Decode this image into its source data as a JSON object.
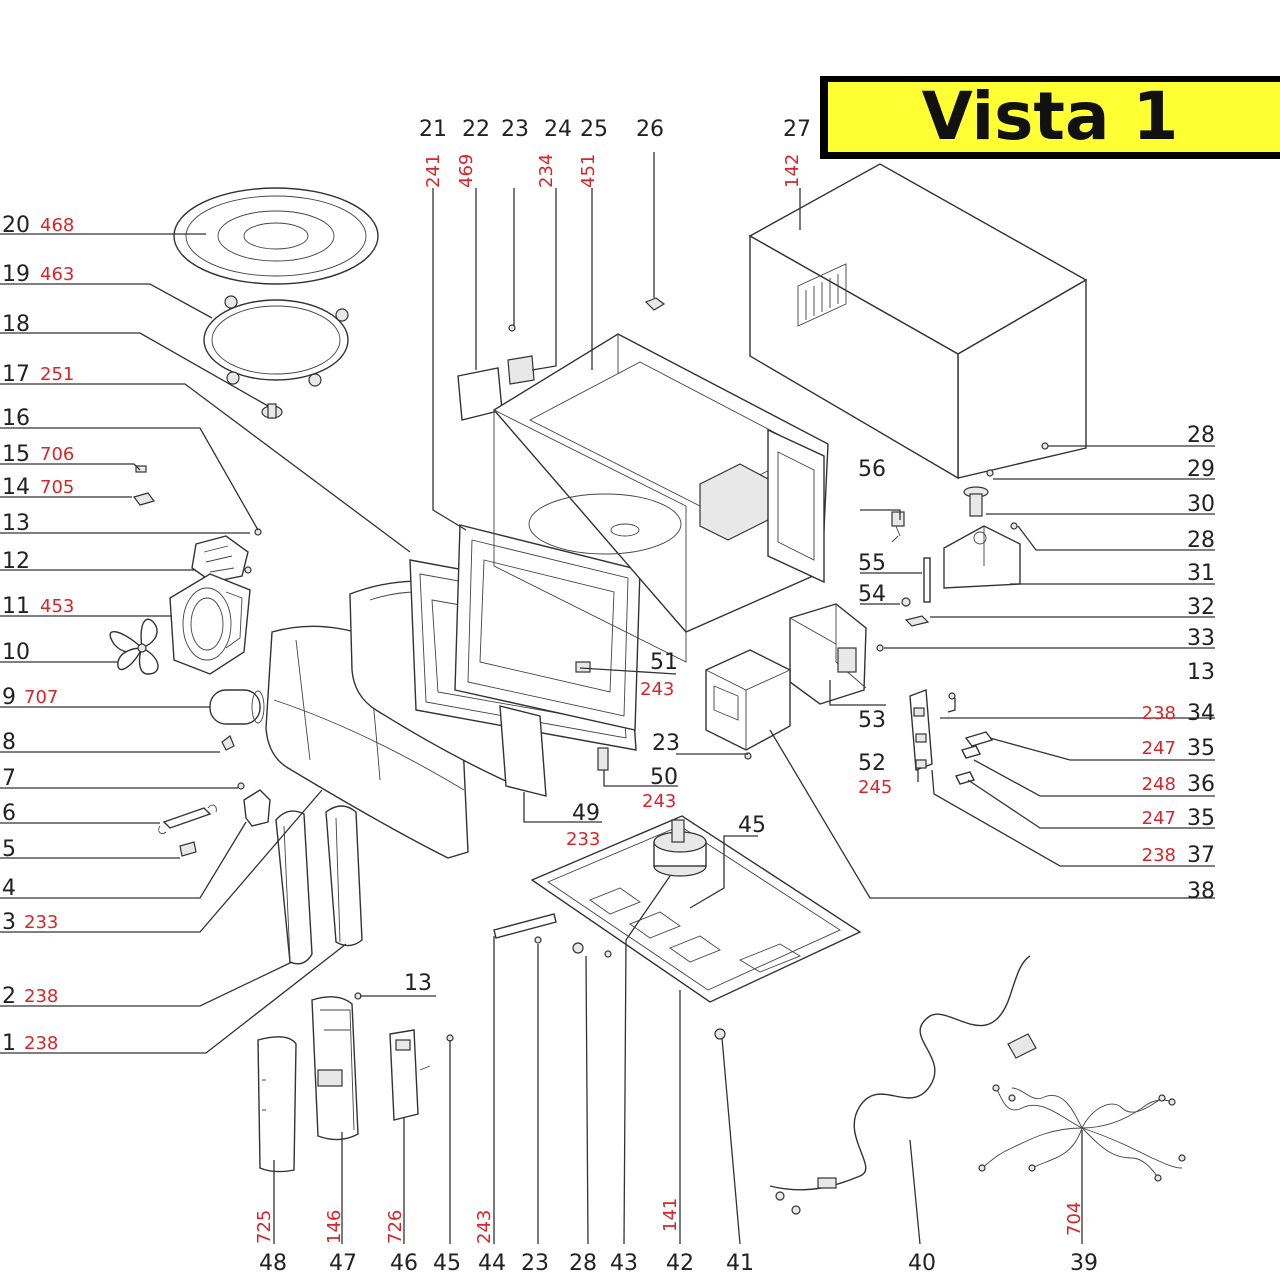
{
  "title": "Vista 1",
  "colors": {
    "title_bg": "#ffff33",
    "title_border": "#000000",
    "ref_code": "#d6262b",
    "text": "#222222"
  },
  "labels": {
    "p20": "20",
    "r20": "468",
    "p19": "19",
    "r19": "463",
    "p18": "18",
    "p17": "17",
    "r17": "251",
    "p16": "16",
    "p15": "15",
    "r15": "706",
    "p14": "14",
    "r14": "705",
    "p13a": "13",
    "p12": "12",
    "p11": "11",
    "r11": "453",
    "p10": "10",
    "p9": "9",
    "r9": "707",
    "p8": "8",
    "p7": "7",
    "p6": "6",
    "p5": "5",
    "p4": "4",
    "p3": "3",
    "r3": "233",
    "p2": "2",
    "r2": "238",
    "p1": "1",
    "r1": "238",
    "p21": "21",
    "r21": "241",
    "p22": "22",
    "r22": "469",
    "p23a": "23",
    "p24": "24",
    "r24": "234",
    "p25": "25",
    "r25": "451",
    "p26": "26",
    "p27": "27",
    "r27": "142",
    "p28a": "28",
    "p29": "29",
    "p30": "30",
    "p28b": "28",
    "p31": "31",
    "p32": "32",
    "p33": "33",
    "p13b": "13",
    "p34": "34",
    "r34": "238",
    "p35a": "35",
    "r35a": "247",
    "p36": "36",
    "r36": "248",
    "p35b": "35",
    "r35b": "247",
    "p37": "37",
    "r37": "238",
    "p38": "38",
    "p56": "56",
    "p55": "55",
    "p54": "54",
    "p53": "53",
    "p52": "52",
    "r52": "245",
    "p51": "51",
    "r51": "243",
    "p50": "50",
    "r50": "243",
    "p23b": "23",
    "p49": "49",
    "r49": "233",
    "p45a": "45",
    "p13c": "13",
    "p48": "48",
    "r48": "725",
    "p47": "47",
    "r47": "146",
    "p46": "46",
    "r46": "726",
    "p45b": "45",
    "p44": "44",
    "r44": "243",
    "p23c": "23",
    "p28c": "28",
    "p43": "43",
    "p42": "42",
    "r42": "141",
    "p41": "41",
    "p40": "40",
    "p39": "39",
    "r39": "704"
  }
}
